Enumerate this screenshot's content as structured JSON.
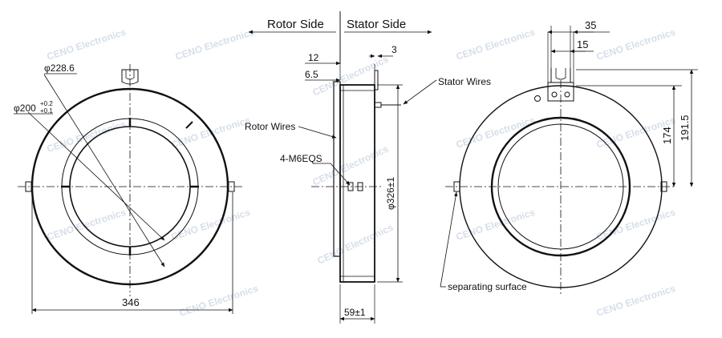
{
  "header": {
    "rotor_side": "Rotor Side",
    "stator_side": "Stator Side"
  },
  "front_view": {
    "outer_diameter": "φ228.6",
    "inner_diameter_main": "φ200",
    "inner_tol_upper": "+0.2",
    "inner_tol_lower": "+0.1",
    "width_dim": "346"
  },
  "side_view": {
    "dim_12": "12",
    "dim_6_5": "6.5",
    "dim_3": "3",
    "stator_wires": "Stator Wires",
    "rotor_wires": "Rotor Wires",
    "thread_spec": "4-M6EQS",
    "height_dim": "φ326±1",
    "length_dim": "59±1"
  },
  "rear_view": {
    "dim_35": "35",
    "dim_15": "15",
    "dim_174": "174",
    "dim_191_5": "191.5",
    "separating_surface": "separating surface"
  },
  "watermark": {
    "text": "CENO Electronics"
  },
  "colors": {
    "line": "#111111",
    "watermark": "#c9d3e4"
  }
}
